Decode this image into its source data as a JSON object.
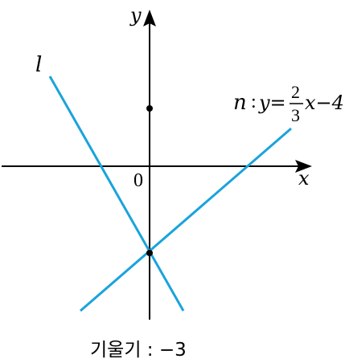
{
  "axes": {
    "x_label": "x",
    "y_label": "y",
    "origin_label": "0"
  },
  "lines": {
    "l": {
      "name": "l",
      "color": "#1aa3dc"
    },
    "n": {
      "name": "n",
      "colon": ":",
      "equation_prefix": "y=",
      "fraction_numerator": "2",
      "fraction_denominator": "3",
      "equation_suffix": "x−4",
      "color": "#1aa3dc"
    }
  },
  "caption": {
    "text": "기울기 : −3"
  }
}
